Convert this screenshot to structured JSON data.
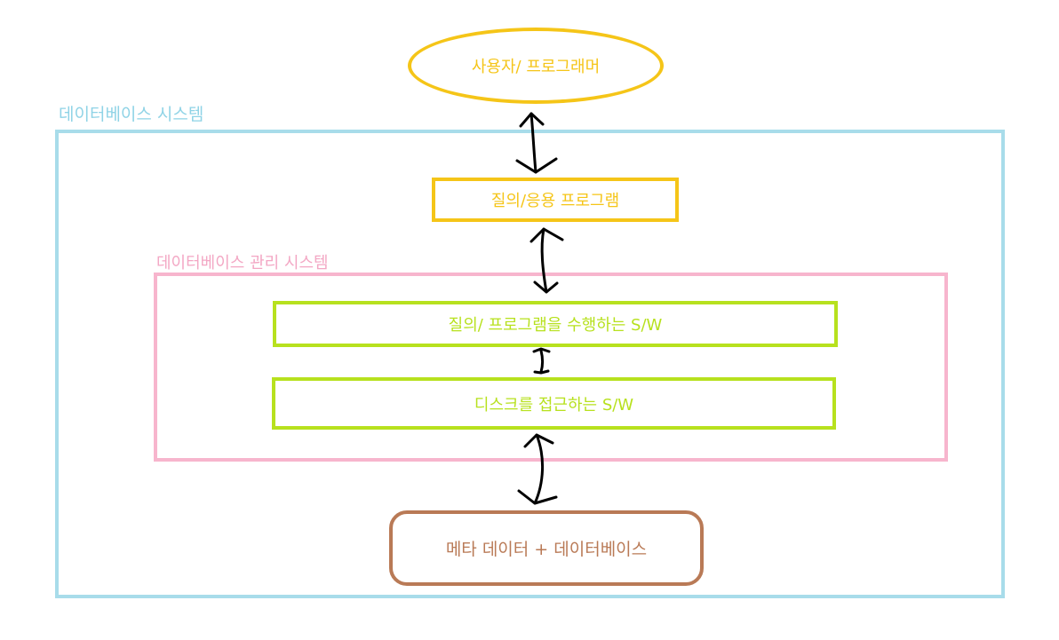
{
  "nodes": {
    "user_programmer": "사용자/ 프로그래머",
    "query_app_program": "질의/응용 프로그램",
    "query_program_sw": "질의/ 프로그램을 수행하는 S/W",
    "disk_access_sw": "디스크를 접근하는 S/W",
    "metadata_database": "메타 데이터 + 데이터베이스"
  },
  "containers": {
    "database_system": "데이터베이스 시스템",
    "dbms": "데이터베이스 관리 시스템"
  },
  "colors": {
    "user_node": "#f5c518",
    "database_system": "#a8dcea",
    "dbms": "#f7b5cd",
    "software_nodes": "#b7e11e",
    "storage_node": "#b97a56",
    "arrows": "#000000"
  }
}
